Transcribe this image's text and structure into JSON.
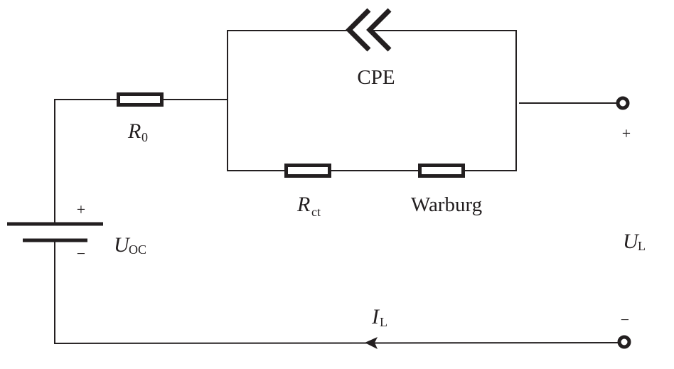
{
  "diagram": {
    "type": "equivalent-circuit",
    "components": {
      "cpe": {
        "label": "CPE"
      },
      "r0": {
        "label_main": "R",
        "label_sub": "0"
      },
      "rct": {
        "label_main": "R",
        "label_sub": "ct"
      },
      "warburg": {
        "label": "Warburg"
      },
      "source": {
        "label_main": "U",
        "label_sub": "OC",
        "plus": "+",
        "minus": "−"
      },
      "load": {
        "label_main": "U",
        "label_sub": "L",
        "plus": "+",
        "minus": "−"
      },
      "current": {
        "label_main": "I",
        "label_sub": "L",
        "direction": "right-to-left"
      }
    },
    "colors": {
      "line": "#231f20",
      "background": "#ffffff"
    }
  }
}
